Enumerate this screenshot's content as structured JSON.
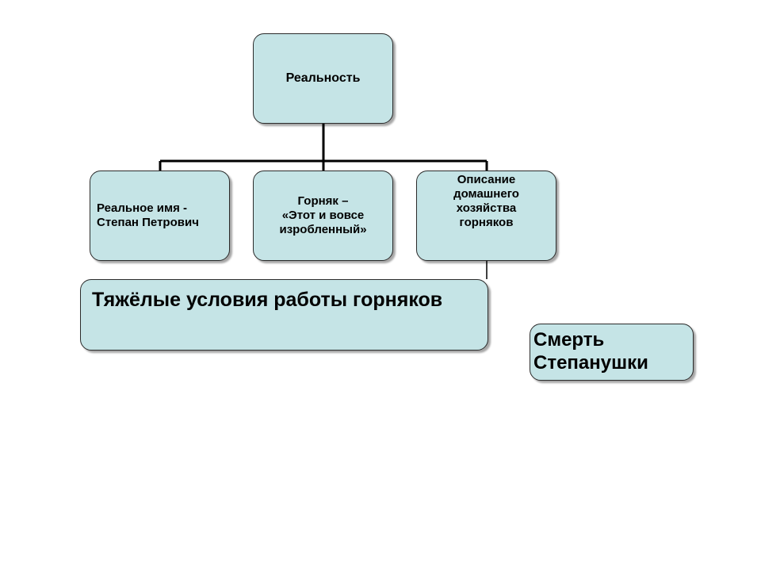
{
  "diagram": {
    "root": {
      "label": "Реальность"
    },
    "children": [
      {
        "id": "name",
        "lines": [
          "Реальное имя -",
          "Степан Петрович"
        ]
      },
      {
        "id": "miner",
        "lines": [
          "Горняк –",
          "«Этот и вовсе",
          "изробленный»"
        ]
      },
      {
        "id": "household",
        "lines": [
          "Описание",
          "домашнего",
          "хозяйства",
          "горняков"
        ]
      }
    ],
    "conditions": {
      "label": "Тяжёлые условия работы горняков"
    },
    "death": {
      "lines": [
        "Смерть",
        "Степанушки"
      ]
    },
    "colors": {
      "box_fill": "#c5e4e6",
      "box_border": "#2b2b2b",
      "connector": "#000000",
      "background": "#ffffff"
    }
  }
}
